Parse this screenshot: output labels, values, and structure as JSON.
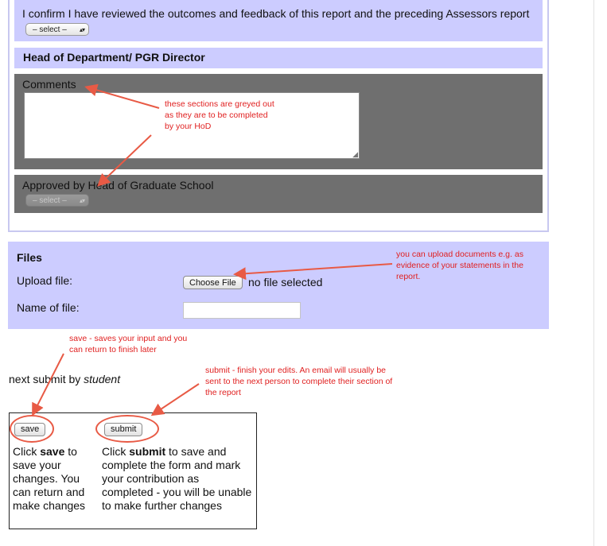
{
  "confirm": {
    "text": "I confirm I have reviewed the outcomes and feedback of this report and the preceding Assessors report",
    "select_value": "– select –"
  },
  "hod": {
    "title": "Head of Department/ PGR Director",
    "comments_label": "Comments",
    "approved_label": "Approved by Head of Graduate School",
    "approved_select_value": "– select –"
  },
  "files": {
    "title": "Files",
    "upload_label": "Upload file:",
    "choose_button": "Choose File",
    "no_file": "no file selected",
    "name_label": "Name of file:",
    "name_value": ""
  },
  "workflow": {
    "next_prefix": "next submit by",
    "next_role": "student"
  },
  "actions": {
    "save_button": "save",
    "submit_button": "submit",
    "save_help_pre": "Click ",
    "save_help_bold": "save",
    "save_help_post": " to save your changes. You can return and make changes",
    "submit_help_pre": "Click ",
    "submit_help_bold": "submit",
    "submit_help_post": " to save and complete the form and mark your contribution as completed - you will be unable to make further changes"
  },
  "annotations": {
    "greyed_note": "these sections are greyed out as they are to be completed by your HoD",
    "upload_note": "you can upload documents e.g. as evidence of your statements in the report.",
    "save_note": "save - saves your input and you can return to finish later",
    "submit_note": "submit - finish your edits. An email will usually be sent to the next person to complete their section of the report"
  },
  "colors": {
    "panel_lavender": "#ccccff",
    "panel_grey": "#6f6f6f",
    "annotation_red": "#e02020"
  }
}
